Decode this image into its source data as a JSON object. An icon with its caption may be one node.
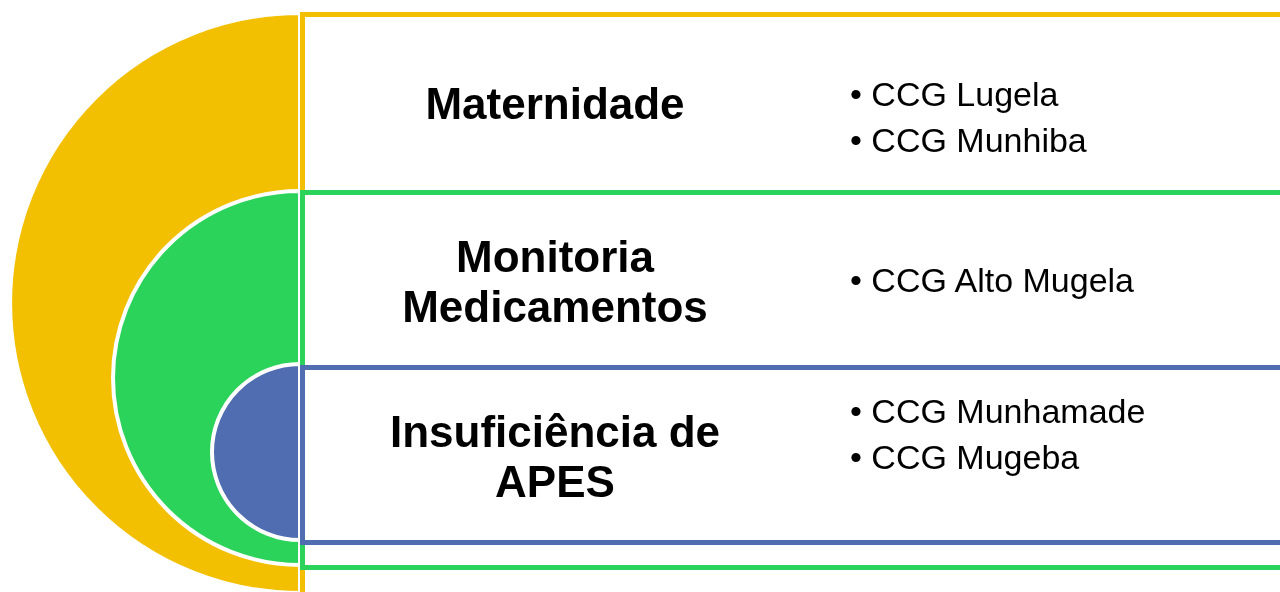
{
  "diagram": {
    "nodes": [
      {
        "text": [],
        "shape": "circle"
      },
      {
        "text": [],
        "shape": "circle",
        "in": 0
      },
      {
        "text": [],
        "shape": "circle",
        "in": 1
      },
      {
        "text": [
          "Maternidade",
          "• CCG Lugela",
          "• CCG Munhiba"
        ]
      },
      {
        "text": [
          "Monitoria Medicamentos",
          "• CCG Alto Mugela"
        ],
        "in": 3
      },
      {
        "text": [
          "Insuficiência de APES",
          "• CCG Munhamade",
          "• CCG Mugeba"
        ],
        "in": 4
      }
    ]
  }
}
